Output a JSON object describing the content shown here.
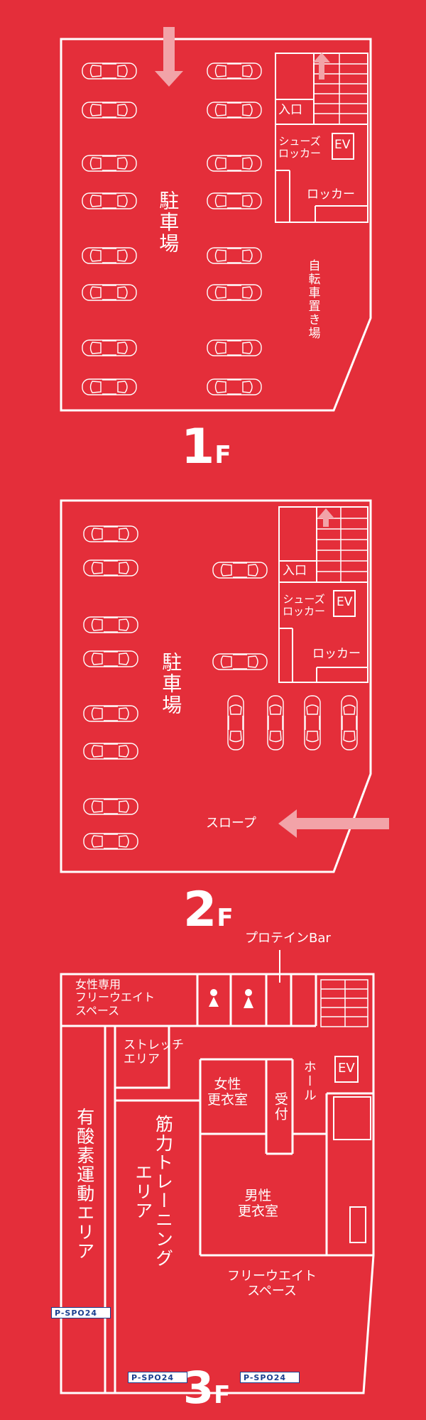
{
  "floors": [
    {
      "id": "1f",
      "floor_label_num": "1",
      "floor_label_suffix": "F",
      "rooms": {
        "parking": "駐車場",
        "entrance": "入口",
        "shoe_locker": "シューズ\nロッカー",
        "ev": "EV",
        "locker": "ロッカー",
        "bicycle": "自転車置き場"
      }
    },
    {
      "id": "2f",
      "floor_label_num": "2",
      "floor_label_suffix": "F",
      "rooms": {
        "parking": "駐車場",
        "entrance": "入口",
        "shoe_locker": "シューズ\nロッカー",
        "ev": "EV",
        "locker": "ロッカー",
        "slope": "スロープ"
      }
    },
    {
      "id": "3f",
      "floor_label_num": "3",
      "floor_label_suffix": "F",
      "rooms": {
        "protein_bar": "プロテインBar",
        "women_free_weight": "女性専用\nフリーウエイト\nスペース",
        "stretch": "ストレッチ\nエリア",
        "aerobic": "有酸素運動エリア",
        "strength": "筋力トレーニング\nエリア",
        "women_changing": "女性\n更衣室",
        "reception": "受付",
        "hall": "ホール",
        "ev": "EV",
        "men_changing": "男性\n更衣室",
        "free_weight": "フリーウエイト\nスペース"
      },
      "logo_text": "P-SPO24"
    }
  ],
  "icons": [
    "car-icon",
    "arrow-down-icon",
    "arrow-up-icon",
    "arrow-left-icon",
    "female-icon",
    "male-icon",
    "stairs-icon"
  ],
  "colors": {
    "background": "#e42e3a",
    "line": "#ffffff"
  }
}
